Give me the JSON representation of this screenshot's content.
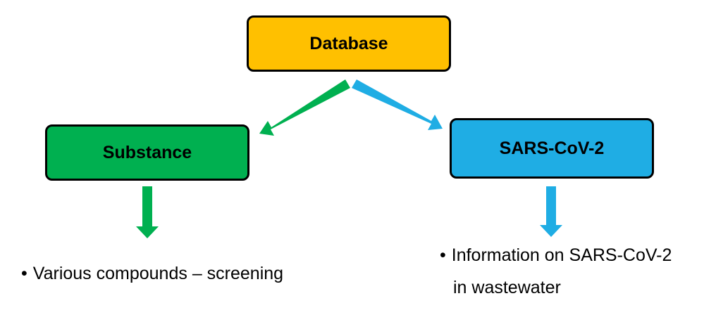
{
  "colors": {
    "database": "#FFC000",
    "substance": "#00B050",
    "sars": "#1FADE4",
    "border": "#000000"
  },
  "boxes": {
    "database": "Database",
    "substance": "Substance",
    "sars": "SARS-CoV-2"
  },
  "notes": {
    "bullet": "•",
    "left": "Various compounds – screening",
    "right_line1": "Information on SARS-CoV-2",
    "right_line2": "in wastewater"
  }
}
